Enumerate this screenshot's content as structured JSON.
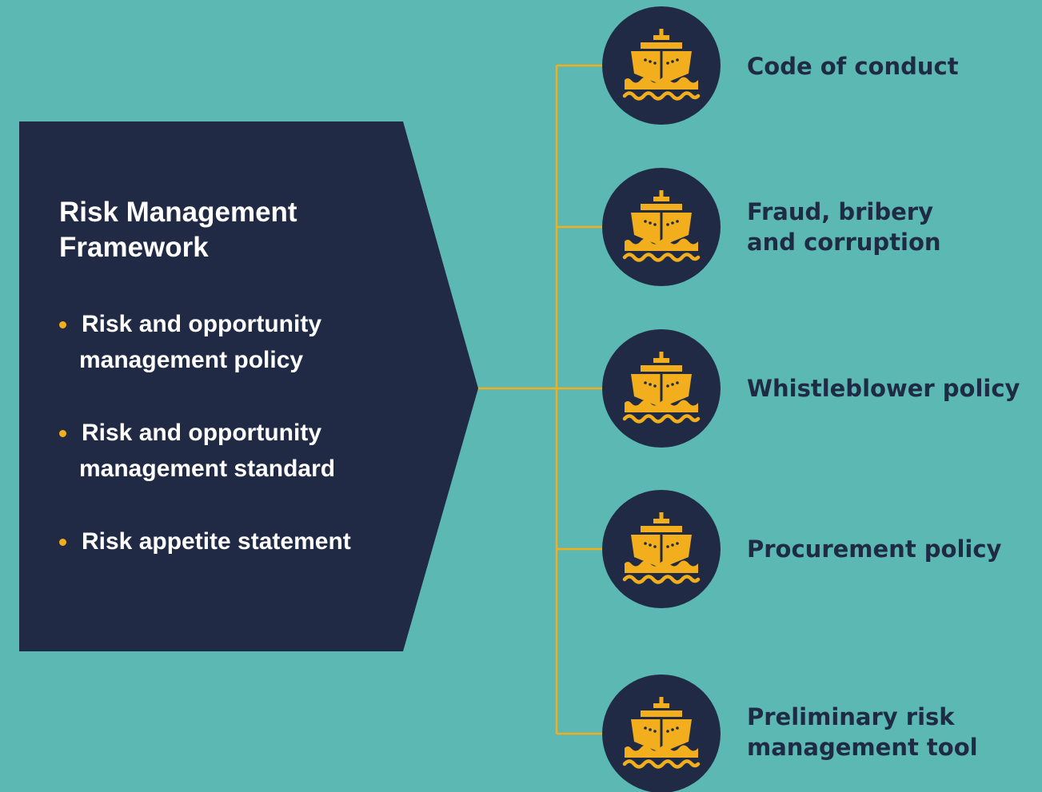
{
  "framework": {
    "title_lines": [
      "Risk Management",
      "Framework"
    ],
    "items": [
      {
        "lines": [
          "Risk and opportunity",
          "management policy"
        ]
      },
      {
        "lines": [
          "Risk and opportunity",
          "management standard"
        ]
      },
      {
        "lines": [
          "Risk appetite statement"
        ]
      }
    ]
  },
  "policies": [
    {
      "icon": "ship-icon",
      "lines": [
        "Code of conduct"
      ]
    },
    {
      "icon": "ship-icon",
      "lines": [
        "Fraud, bribery",
        "and corruption"
      ]
    },
    {
      "icon": "ship-icon",
      "lines": [
        "Whistleblower policy"
      ]
    },
    {
      "icon": "ship-icon",
      "lines": [
        "Procurement policy"
      ]
    },
    {
      "icon": "ship-icon",
      "lines": [
        "Preliminary risk",
        "management tool"
      ]
    }
  ],
  "colors": {
    "background": "#5cb8b2",
    "navy": "#202a45",
    "accent": "#f2ae1c"
  }
}
